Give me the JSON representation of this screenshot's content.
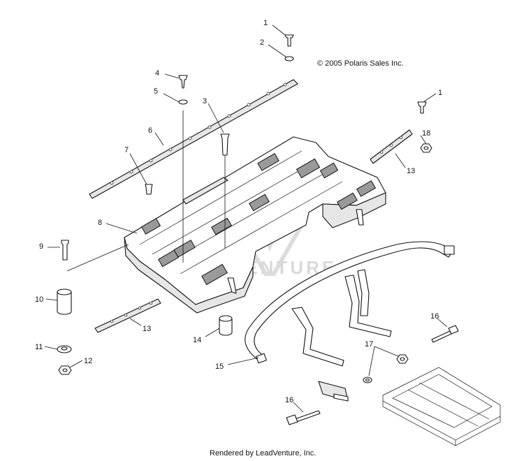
{
  "copyright": "© 2005 Polaris Sales Inc.",
  "footer": "Rendered by LeadVenture, Inc.",
  "watermark": "VENTURE",
  "callouts": {
    "c1a": "1",
    "c1b": "1",
    "c2": "2",
    "c3": "3",
    "c4": "4",
    "c5": "5",
    "c6": "6",
    "c7": "7",
    "c8": "8",
    "c9": "9",
    "c10": "10",
    "c11": "11",
    "c12": "12",
    "c13a": "13",
    "c13b": "13",
    "c14": "14",
    "c15": "15",
    "c16a": "16",
    "c16b": "16",
    "c17": "17",
    "c18": "18"
  }
}
